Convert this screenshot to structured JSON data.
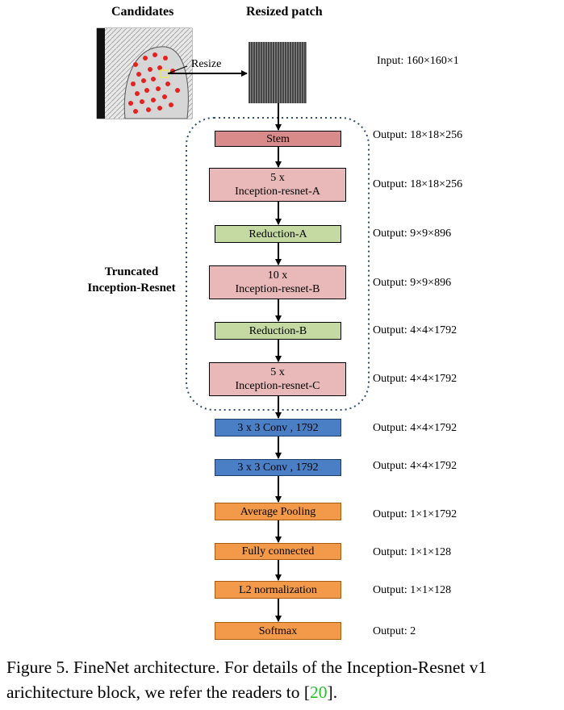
{
  "headers": {
    "candidates": "Candidates",
    "resized_patch": "Resized patch"
  },
  "resize_label": "Resize",
  "input_label": "Input: 160×160×1",
  "group_label": [
    "Truncated",
    "Inception-Resnet"
  ],
  "blocks": [
    {
      "lines": [
        "Stem"
      ],
      "output": "Output: 18×18×256",
      "color": "#d98a8a"
    },
    {
      "lines": [
        "5 x",
        "Inception-resnet-A"
      ],
      "output": "Output: 18×18×256",
      "color": "#e9b8b8"
    },
    {
      "lines": [
        "Reduction-A"
      ],
      "output": "Output: 9×9×896",
      "color": "#c4daa2"
    },
    {
      "lines": [
        "10 x",
        "Inception-resnet-B"
      ],
      "output": "Output: 9×9×896",
      "color": "#e9b8b8"
    },
    {
      "lines": [
        "Reduction-B"
      ],
      "output": "Output: 4×4×1792",
      "color": "#c4daa2"
    },
    {
      "lines": [
        "5 x",
        "Inception-resnet-C"
      ],
      "output": "Output: 4×4×1792",
      "color": "#e9b8b8"
    },
    {
      "lines": [
        "3 x 3 Conv , 1792"
      ],
      "output": "Output: 4×4×1792",
      "color": "#4a7fc6"
    },
    {
      "lines": [
        "3 x 3 Conv , 1792"
      ],
      "output": "Output: 4×4×1792",
      "color": "#4a7fc6"
    },
    {
      "lines": [
        "Average Pooling"
      ],
      "output": "Output: 1×1×1792",
      "color": "#f29a4a"
    },
    {
      "lines": [
        "Fully connected"
      ],
      "output": "Output: 1×1×128",
      "color": "#f29a4a"
    },
    {
      "lines": [
        "L2 normalization"
      ],
      "output": "Output: 1×1×128",
      "color": "#f29a4a"
    },
    {
      "lines": [
        "Softmax"
      ],
      "output": "Output: 2",
      "color": "#f29a4a"
    }
  ],
  "caption": {
    "text": "Figure 5. FineNet architecture. For details of the Inception-Resnet v1 arichitecture block, we refer the readers to [",
    "citation": "20",
    "end": "]."
  }
}
